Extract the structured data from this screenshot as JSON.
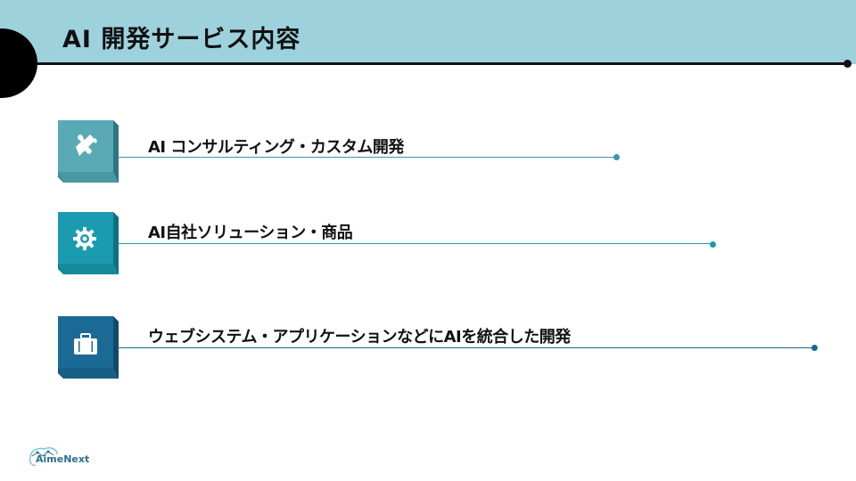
{
  "slide": {
    "title": "AI 開発サービス内容"
  },
  "services": [
    {
      "label": "AI コンサルティング・カスタム開発",
      "icon": "puzzle-icon",
      "color": "#5aaab6"
    },
    {
      "label": "AI自社ソリューション・商品",
      "icon": "gear-icon",
      "color": "#1b9bb0"
    },
    {
      "label": "ウェブシステム・アプリケーションなどにAIを統合した開発",
      "icon": "briefcase-icon",
      "color": "#1a6a95"
    }
  ],
  "logo": {
    "text": "AimeNext"
  }
}
